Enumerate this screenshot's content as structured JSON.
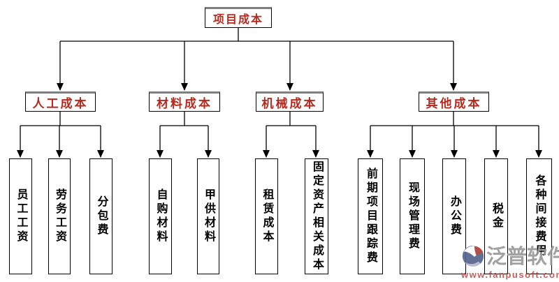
{
  "diagram": {
    "root": {
      "label": "项目成本"
    },
    "branches": [
      {
        "label": "人工成本",
        "children": [
          "员工工资",
          "劳务工资",
          "分包费"
        ]
      },
      {
        "label": "材料成本",
        "children": [
          "自购材料",
          "甲供材料"
        ]
      },
      {
        "label": "机械成本",
        "children": [
          "租赁成本",
          "固定资产相关成本"
        ]
      },
      {
        "label": "其他成本",
        "children": [
          "前期项目跟踪费",
          "现场管理费",
          "办公费",
          "税金",
          "各种间接费用"
        ]
      }
    ]
  },
  "watermark": {
    "brand": "泛普软件",
    "url": "www.fanpusoft.com"
  },
  "colors": {
    "label_red": "#b5291e",
    "line_black": "#000000",
    "header_top_border": "#7f7f7f",
    "watermark_gray": "#9a9a9a",
    "watermark_url_red": "#c2504c",
    "logo_navy": "#55648f",
    "logo_red": "#b04038"
  }
}
